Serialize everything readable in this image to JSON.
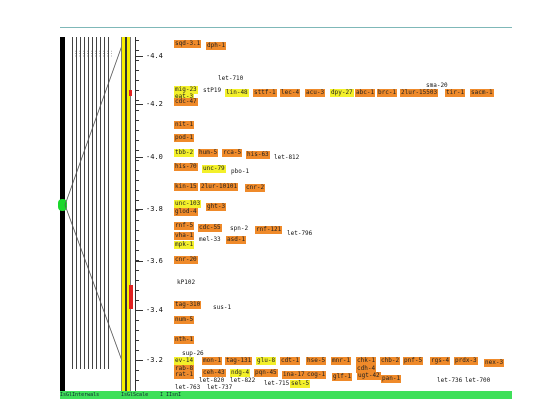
{
  "colors": {
    "orange": "#ef8a2a",
    "yellow": "#f3f02a",
    "axis_yellow": "#f6ee00",
    "green_bar": "#3fe05a",
    "red_mark": "#e02020"
  },
  "left_locus_labels": [
    "...",
    "...",
    "...",
    "...",
    "...",
    "...",
    "...",
    "...",
    "...",
    "..."
  ],
  "bottom_bar": {
    "left_text": "IsGlInterwals",
    "mid_text": "IsGlScale",
    "right_text": "I IIsnI"
  },
  "scale": {
    "labels": [
      "-4.4",
      "-4.2",
      "-4.0",
      "-3.8",
      "-3.6",
      "-3.4",
      "-3.2"
    ]
  },
  "genes": [
    {
      "text": "sqd-3.1",
      "style": "orange"
    },
    {
      "text": "dph-1",
      "style": "orange"
    },
    {
      "text": "let-710",
      "style": "plain"
    },
    {
      "text": "sma-20",
      "style": "plain"
    },
    {
      "text": "mig-23",
      "style": "yellow"
    },
    {
      "text": "stP19",
      "style": "plain"
    },
    {
      "text": "eat-3",
      "style": "yellow"
    },
    {
      "text": "lin-48",
      "style": "yellow"
    },
    {
      "text": "sttf-1",
      "style": "orange"
    },
    {
      "text": "lec-4",
      "style": "orange"
    },
    {
      "text": "acu-3",
      "style": "orange"
    },
    {
      "text": "dpy-27",
      "style": "yellow"
    },
    {
      "text": "abc-1",
      "style": "orange"
    },
    {
      "text": "brc-1",
      "style": "orange"
    },
    {
      "text": "2lur-15503",
      "style": "orange"
    },
    {
      "text": "tir-1",
      "style": "orange"
    },
    {
      "text": "sacm-1",
      "style": "orange"
    },
    {
      "text": "cdc-47",
      "style": "orange"
    },
    {
      "text": "nit-1",
      "style": "orange"
    },
    {
      "text": "pod-1",
      "style": "orange"
    },
    {
      "text": "tbb-2",
      "style": "yellow"
    },
    {
      "text": "hum-5",
      "style": "orange"
    },
    {
      "text": "rca-5",
      "style": "orange"
    },
    {
      "text": "his-63",
      "style": "orange"
    },
    {
      "text": "let-812",
      "style": "plain"
    },
    {
      "text": "his-70",
      "style": "orange"
    },
    {
      "text": "unc-79",
      "style": "yellow"
    },
    {
      "text": "pbo-1",
      "style": "plain"
    },
    {
      "text": "kin-15",
      "style": "orange"
    },
    {
      "text": "2lur-10101",
      "style": "orange"
    },
    {
      "text": "cnr-2",
      "style": "orange"
    },
    {
      "text": "unc-103",
      "style": "yellow"
    },
    {
      "text": "ght-3",
      "style": "orange"
    },
    {
      "text": "glod-4",
      "style": "orange"
    },
    {
      "text": "rnf-5",
      "style": "orange"
    },
    {
      "text": "cdc-55",
      "style": "orange"
    },
    {
      "text": "spn-2",
      "style": "plain"
    },
    {
      "text": "rnf-121",
      "style": "orange"
    },
    {
      "text": "let-796",
      "style": "plain"
    },
    {
      "text": "vha-1",
      "style": "orange"
    },
    {
      "text": "mel-33",
      "style": "plain"
    },
    {
      "text": "asd-1",
      "style": "orange"
    },
    {
      "text": "mpk-1",
      "style": "yellow"
    },
    {
      "text": "cnr-20",
      "style": "orange"
    },
    {
      "text": "kP102",
      "style": "plain"
    },
    {
      "text": "tag-310",
      "style": "orange"
    },
    {
      "text": "sus-1",
      "style": "plain"
    },
    {
      "text": "num-5",
      "style": "orange"
    },
    {
      "text": "nth-1",
      "style": "orange"
    },
    {
      "text": "sup-26",
      "style": "plain"
    },
    {
      "text": "ev-14",
      "style": "yellow"
    },
    {
      "text": "mon-1",
      "style": "orange"
    },
    {
      "text": "tag-131",
      "style": "orange"
    },
    {
      "text": "glu-8",
      "style": "yellow"
    },
    {
      "text": "cdt-1",
      "style": "orange"
    },
    {
      "text": "hse-5",
      "style": "orange"
    },
    {
      "text": "mnr-1",
      "style": "orange"
    },
    {
      "text": "chk-1",
      "style": "orange"
    },
    {
      "text": "chb-2",
      "style": "orange"
    },
    {
      "text": "pnf-5",
      "style": "orange"
    },
    {
      "text": "rgs-4",
      "style": "orange"
    },
    {
      "text": "prdx-3",
      "style": "orange"
    },
    {
      "text": "nex-3",
      "style": "orange"
    },
    {
      "text": "rab-8",
      "style": "orange"
    },
    {
      "text": "cdh-4",
      "style": "orange"
    },
    {
      "text": "rat-1",
      "style": "orange"
    },
    {
      "text": "ceh-43",
      "style": "orange"
    },
    {
      "text": "ndg-4",
      "style": "yellow"
    },
    {
      "text": "pqn-45",
      "style": "orange"
    },
    {
      "text": "ina-17",
      "style": "orange"
    },
    {
      "text": "cog-1",
      "style": "orange"
    },
    {
      "text": "glf-1",
      "style": "orange"
    },
    {
      "text": "ugt-42",
      "style": "orange"
    },
    {
      "text": "pan-1",
      "style": "orange"
    },
    {
      "text": "let-820",
      "style": "plain"
    },
    {
      "text": "let-822",
      "style": "plain"
    },
    {
      "text": "let-715",
      "style": "plain"
    },
    {
      "text": "sel-5",
      "style": "yellow"
    },
    {
      "text": "let-736",
      "style": "plain"
    },
    {
      "text": "let-700",
      "style": "plain"
    },
    {
      "text": "let-763",
      "style": "plain"
    },
    {
      "text": "let-737",
      "style": "plain"
    }
  ]
}
